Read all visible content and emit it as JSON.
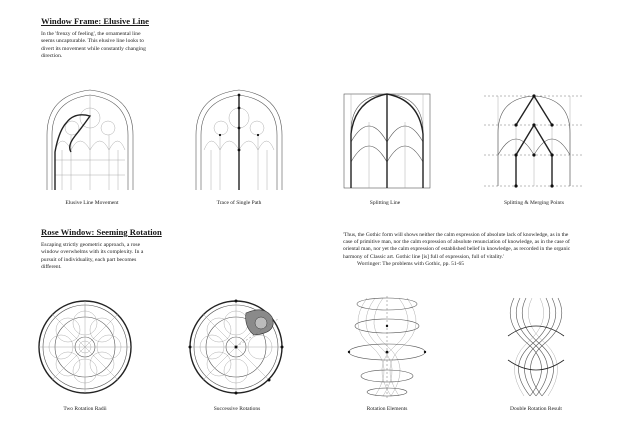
{
  "window_frame": {
    "title": "Window Frame: Elusive Line",
    "description": "In the 'frenzy of feeling', the ornamental line seems uncapturable. This elusive line looks to divert its movement while constantly changing direction.",
    "captions": [
      "Elusive Line Movement",
      "Trace of Single Path",
      "Splitting Line",
      "Splitting & Merging Points"
    ]
  },
  "rose_window": {
    "title": "Rose Window: Seeming Rotation",
    "description": "Escaping strictly geometric approach, a rose window overwhelms with its complexity. In a pursuit of individuality, each part becomes different.",
    "captions": [
      "Two Rotation Radii",
      "Successive Rotations",
      "Rotation Elements",
      "Double Rotation Result"
    ]
  },
  "quote": {
    "text": "'Thus, the Gothic form will shows neither the calm expression of absolute lack of knowledge, as in the case of primitive man, nor the calm expression of absolute renunciation of knowledge, as in the case of oriental man, nor yet the calm expression of established belief in knowledge, as recorded in the organic harmony of Classic art. Gothic line [is] full of expression, full of vitality.'",
    "source": "Worringer: The problems with Gothic, pp. 51-65"
  }
}
